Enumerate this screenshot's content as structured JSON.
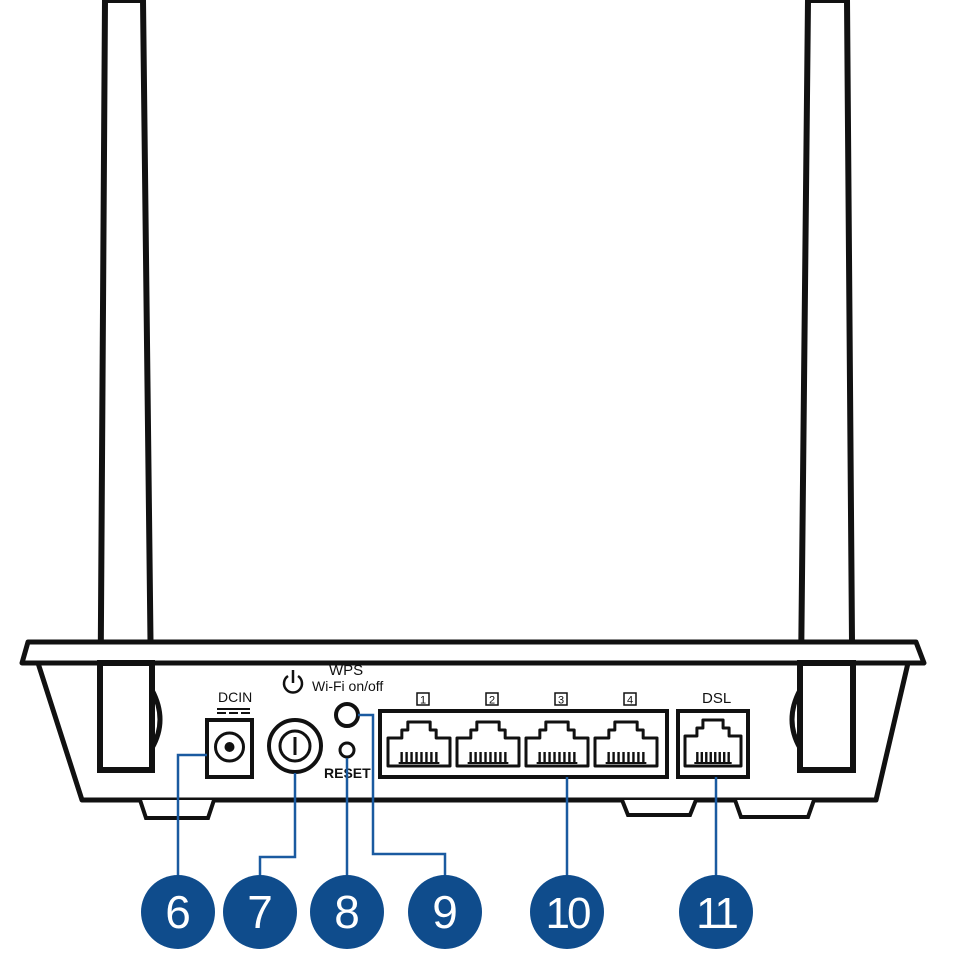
{
  "labels": {
    "dc_in": "DCIN",
    "wps": "WPS",
    "wifi_onoff": "Wi-Fi on/off",
    "reset": "RESET",
    "dsl": "DSL"
  },
  "lan_ports": [
    "1",
    "2",
    "3",
    "4"
  ],
  "callouts": [
    "6",
    "7",
    "8",
    "9",
    "10",
    "11"
  ],
  "colors": {
    "callout": "#0f4c8c",
    "outline": "#111111",
    "antenna_fill": "#ffffff",
    "leader": "#1a5aa0",
    "background": "#ffffff"
  },
  "icons": [
    "power-icon",
    "dc-polarity-icon"
  ]
}
